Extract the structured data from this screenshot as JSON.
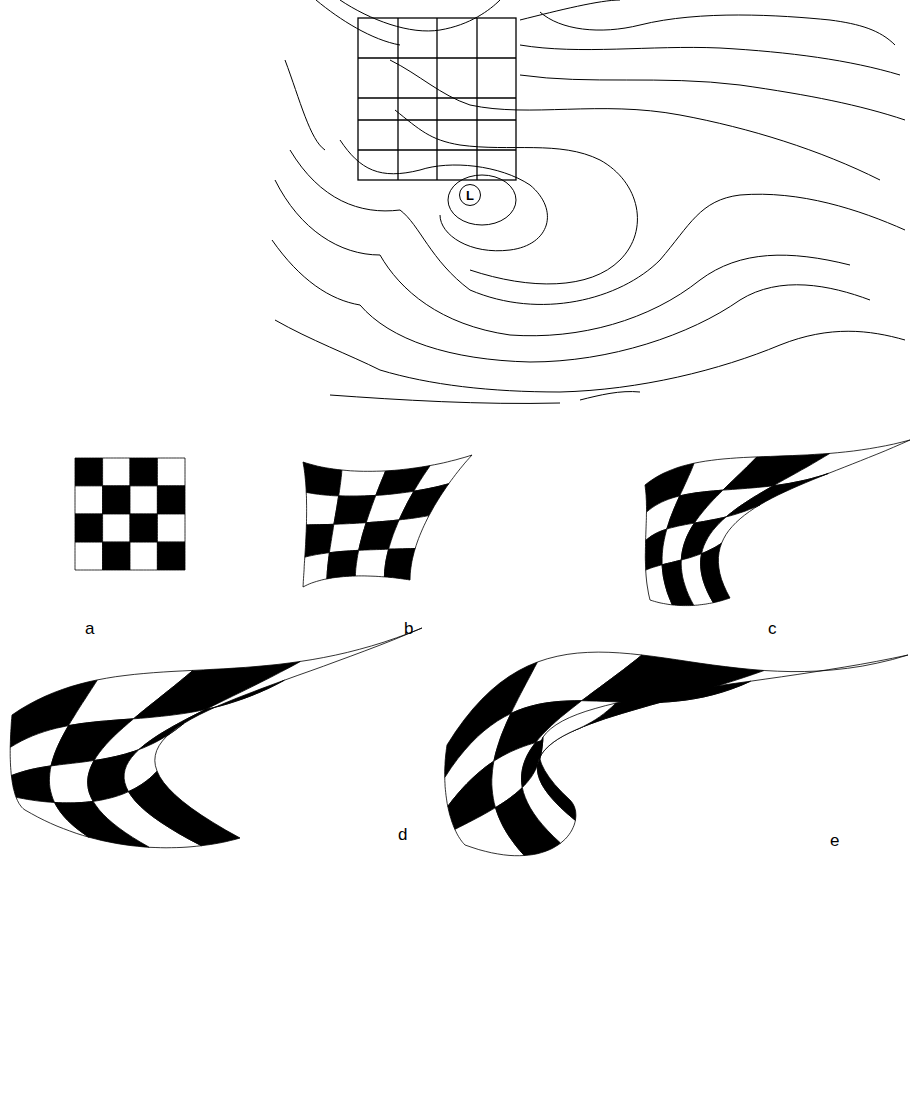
{
  "diagram": {
    "nodes": [
      {
        "text": [
          "L"
        ]
      }
    ],
    "labels": [
      "a",
      "b",
      "c",
      "d",
      "e"
    ]
  }
}
